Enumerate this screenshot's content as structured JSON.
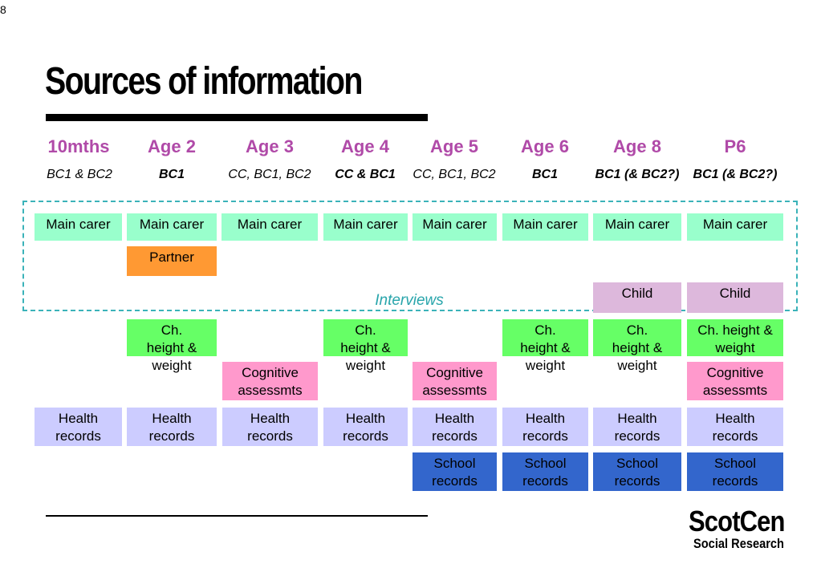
{
  "slide_number": "8",
  "title": "Sources of information",
  "ages": [
    "10mths",
    "Age 2",
    "Age 3",
    "Age 4",
    "Age 5",
    "Age 6",
    "Age 8",
    "P6"
  ],
  "sources": [
    "BC1 & BC2",
    "BC1",
    "CC, BC1, BC2",
    "CC & BC1",
    "CC, BC1, BC2",
    "BC1",
    "BC1 (& BC2?)",
    "BC1 (& BC2?)"
  ],
  "interviews_label": "Interviews",
  "main_carer": "Main carer",
  "partner": "Partner",
  "child": "Child",
  "height_weight": "Ch. height & weight",
  "height_weight_p6": "Ch. height & weight",
  "cognitive": "Cognitive assessmts",
  "health": "Health records",
  "school": "School records",
  "logo": {
    "line1": "ScotCen",
    "line2": "Social Research"
  },
  "colors": {
    "age_heading": "#b04aa8",
    "main_carer": "#99ffcc",
    "partner": "#ff9933",
    "child": "#ddb8dc",
    "height_weight": "#66ff66",
    "cognitive": "#ff99cc",
    "health": "#ccccff",
    "school": "#3366cc",
    "interviews_border": "#3bb3b9"
  }
}
